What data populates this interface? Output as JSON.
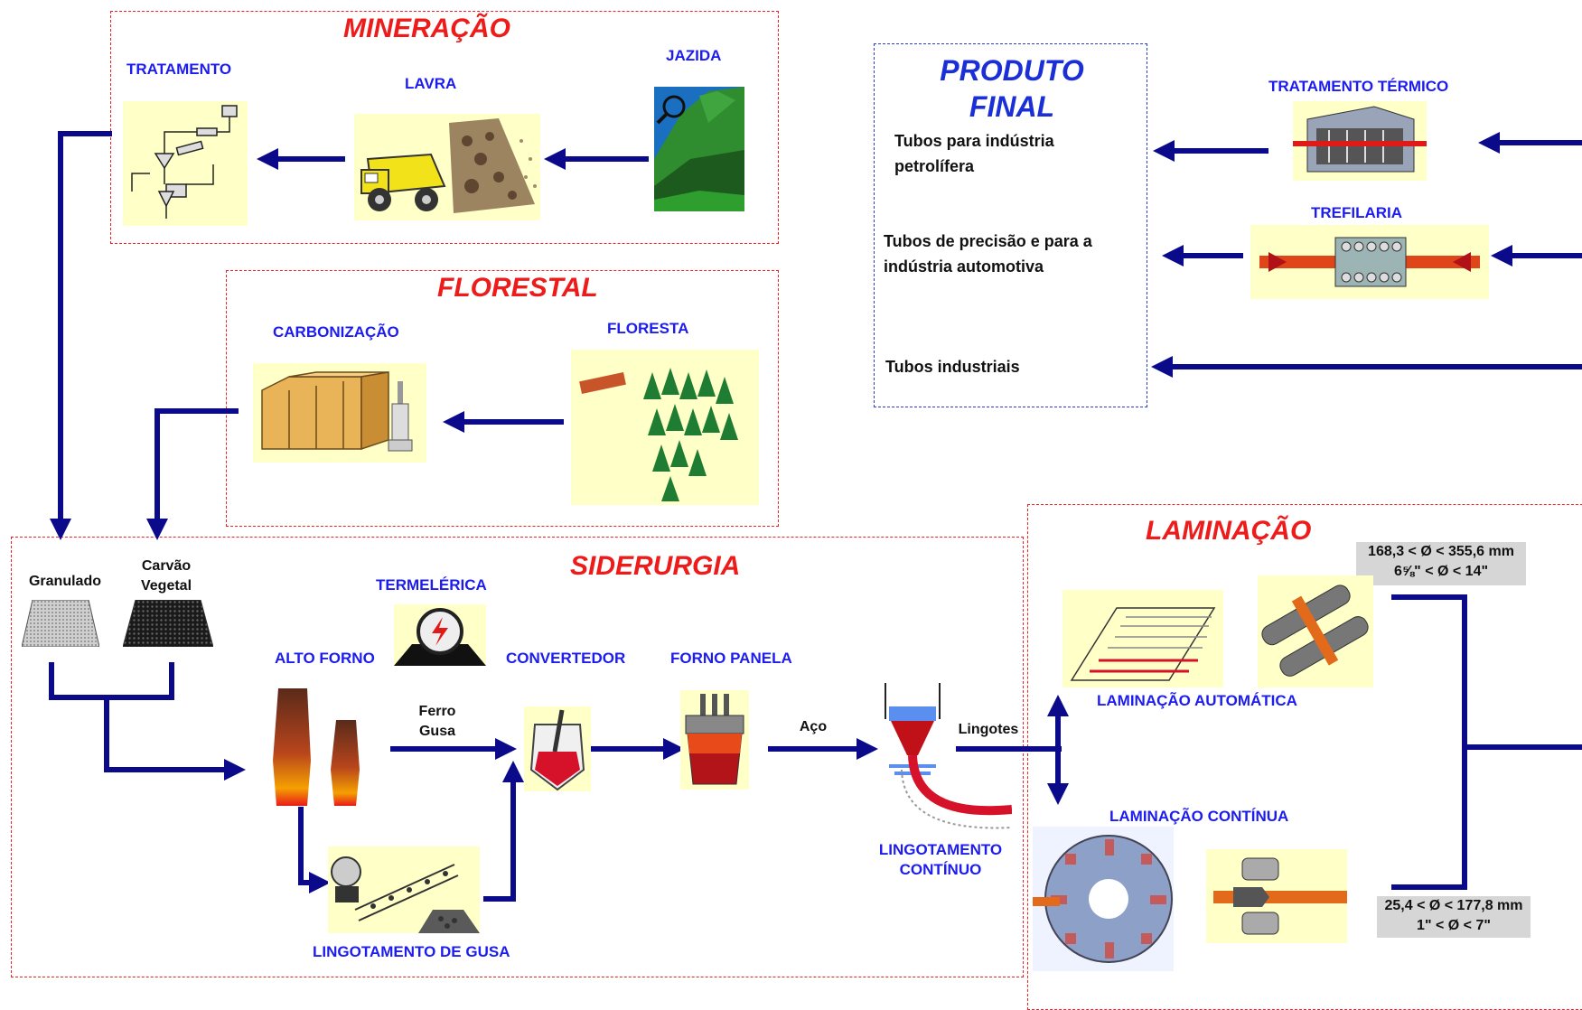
{
  "sections": {
    "mineracao": "MINERAÇÃO",
    "florestal": "FLORESTAL",
    "siderurgia": "SIDERURGIA",
    "laminacao": "LAMINAÇÃO",
    "produto_final": "PRODUTO FINAL"
  },
  "mineracao": {
    "tratamento": "TRATAMENTO",
    "lavra": "LAVRA",
    "jazida": "JAZIDA"
  },
  "florestal": {
    "carbonizacao": "CARBONIZAÇÃO",
    "floresta": "FLORESTA"
  },
  "siderurgia": {
    "granulado": "Granulado",
    "carvao_vegetal": "Carvão Vegetal",
    "termeletrica": "TERMELÉRICA",
    "alto_forno": "ALTO FORNO",
    "convertedor": "CONVERTEDOR",
    "forno_panela": "FORNO PANELA",
    "ferro_gusa": "Ferro Gusa",
    "aco": "Aço",
    "lingotes": "Lingotes",
    "lingotamento_continuo": "LINGOTAMENTO CONTÍNUO",
    "lingotamento_gusa": "LINGOTAMENTO DE GUSA"
  },
  "laminacao": {
    "automatica": "LAMINAÇÃO AUTOMÁTICA",
    "continua": "LAMINAÇÃO CONTÍNUA",
    "range_large_mm": "168,3 < Ø < 355,6 mm",
    "range_large_in": "6⅝\" < Ø < 14\"",
    "range_small_mm": "25,4 < Ø < 177,8 mm",
    "range_small_in": "1\" < Ø < 7\""
  },
  "produto_final": {
    "tratamento_termico": "TRATAMENTO TÉRMICO",
    "trefilaria": "TREFILARIA",
    "tubos_petroliferos": "Tubos para indústria petrolífera",
    "tubos_precisao": "Tubos de precisão e para a indústria automotiva",
    "tubos_industriais": "Tubos industriais"
  },
  "colors": {
    "arrow": "#0a0a8a",
    "section_red": "#ee1b1b",
    "label_blue": "#1c1cf0",
    "image_bg": "#ffffc8"
  }
}
